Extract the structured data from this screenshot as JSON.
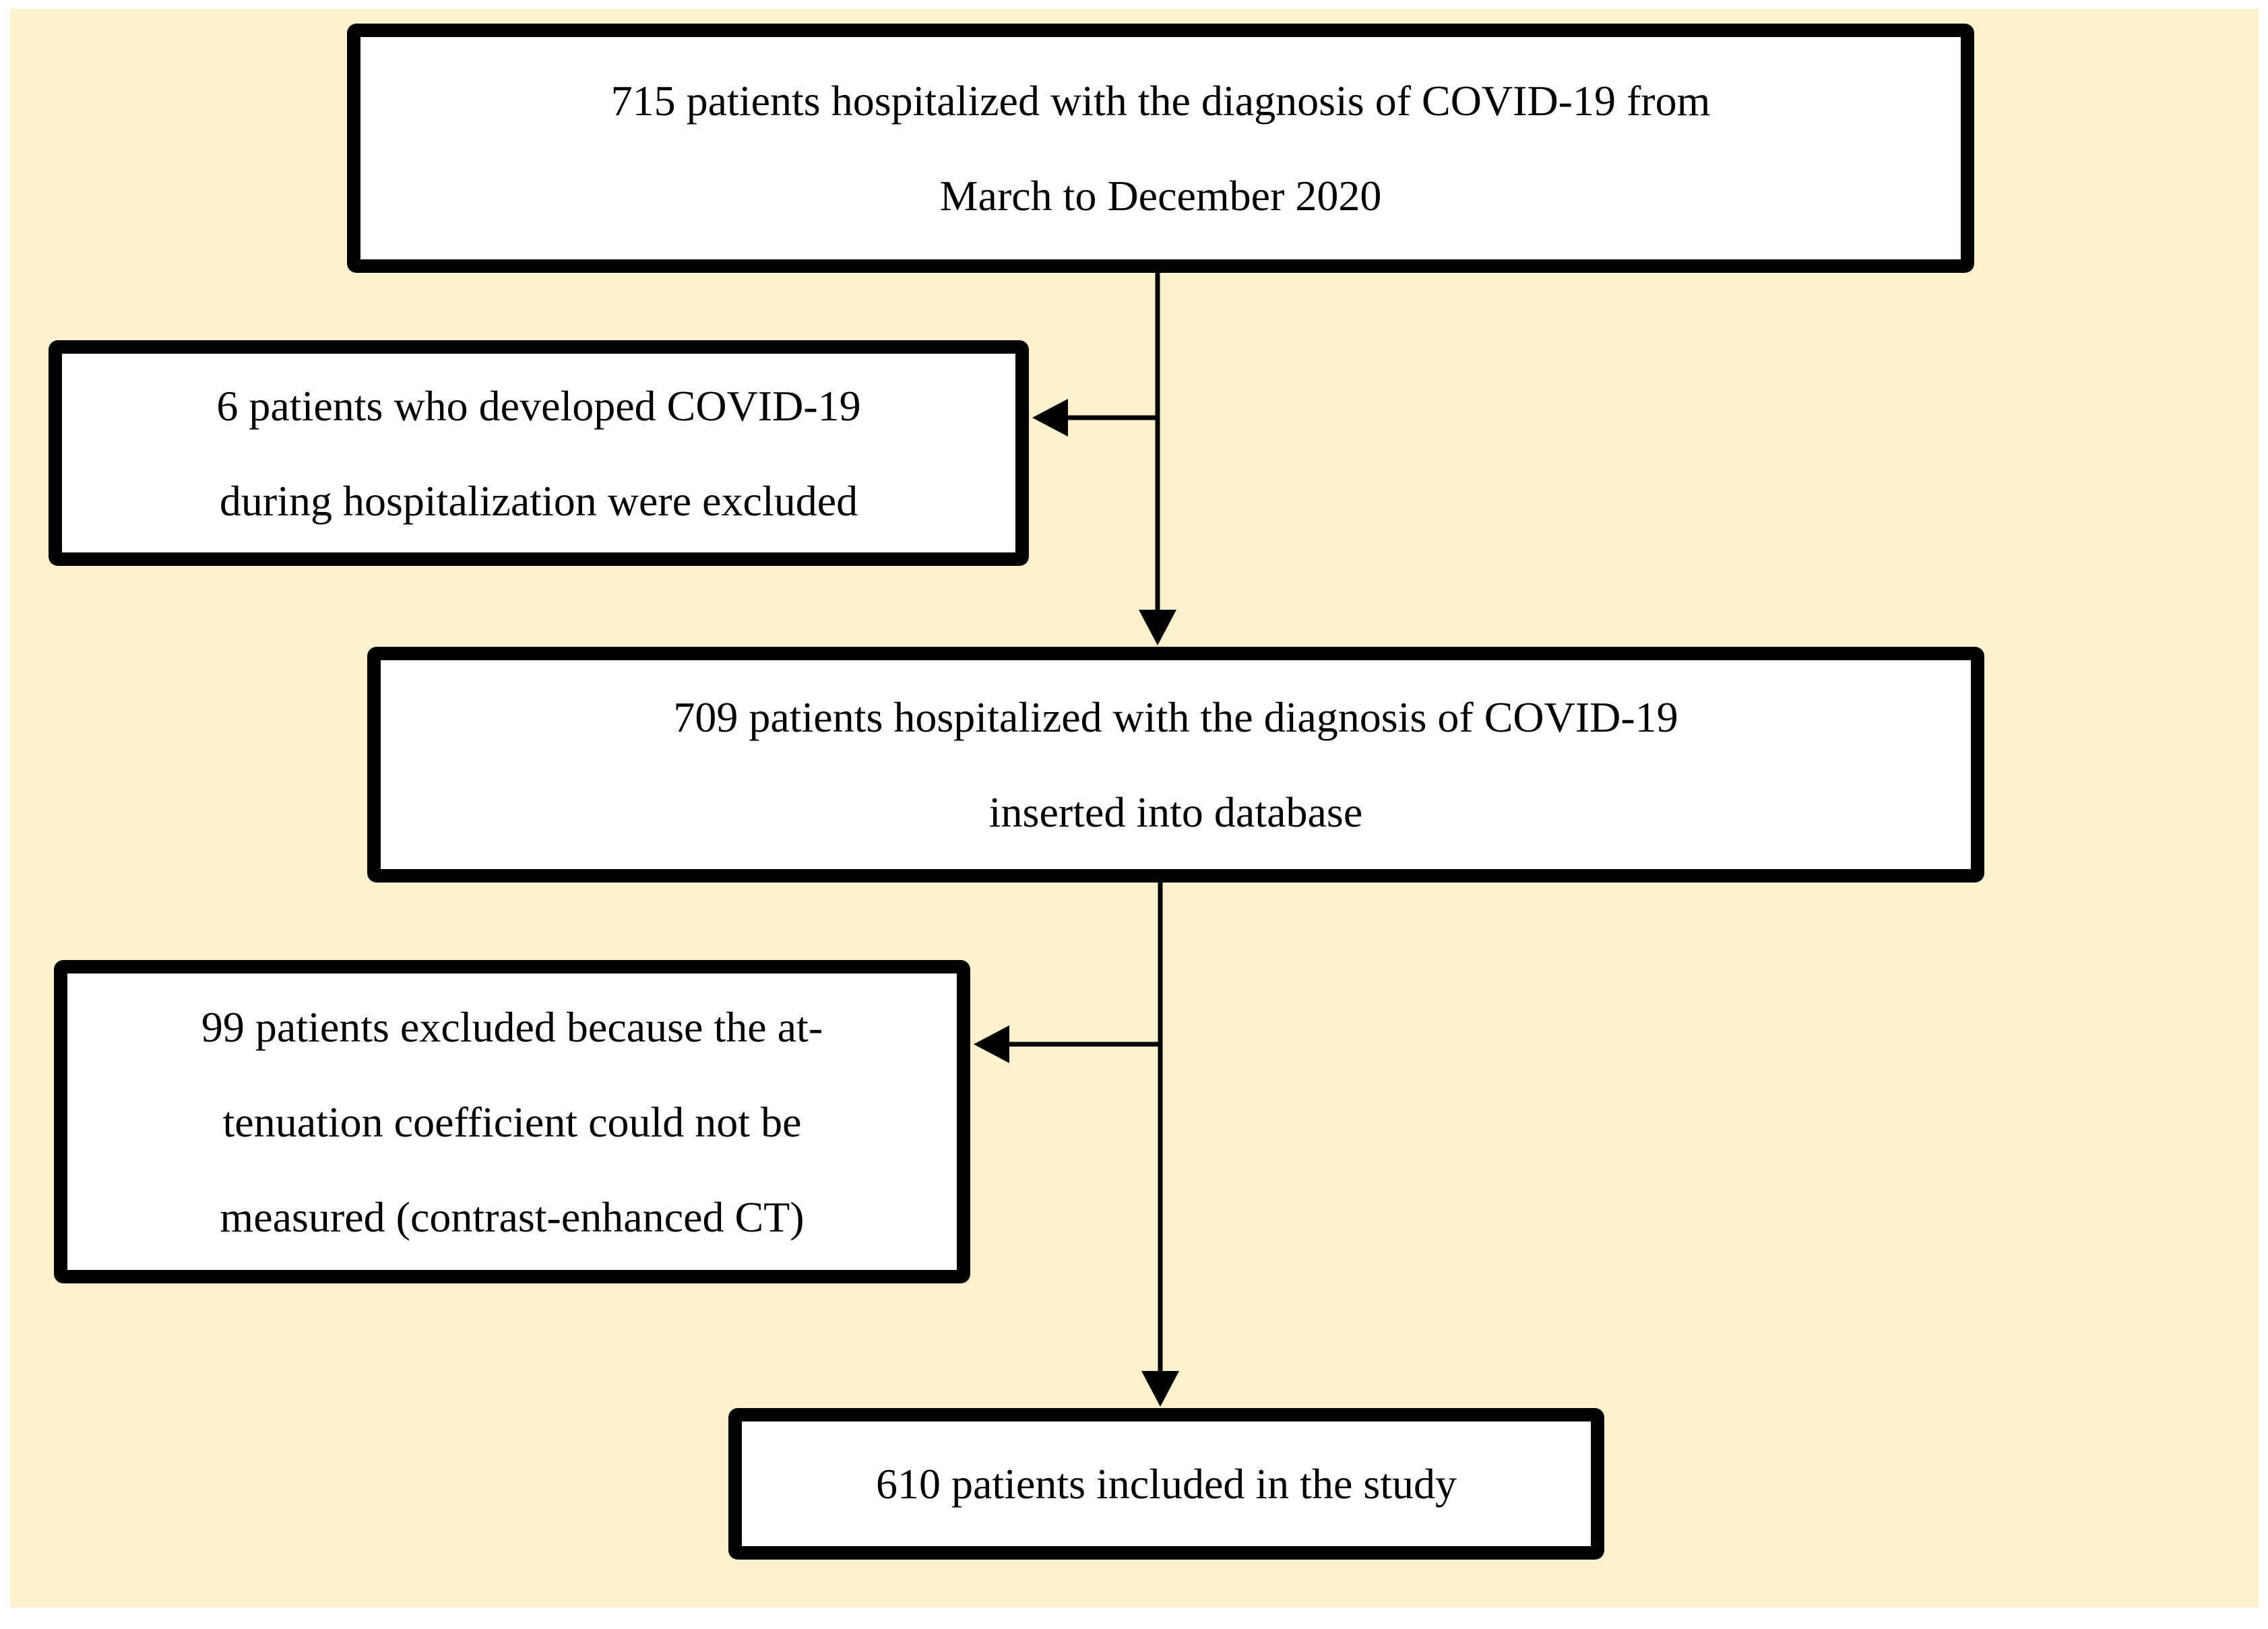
{
  "figure": {
    "type": "flowchart",
    "colors": {
      "page_background": "#FFFFFF",
      "panel_background": "#FDF2CD",
      "box_fill": "#FFFFFF",
      "box_border": "#000000",
      "text": "#000000",
      "connector": "#000000"
    },
    "boxes": [
      {
        "id": "box-715",
        "lines": [
          "715 patients hospitalized with the diagnosis of COVID-19 from",
          "March to December 2020"
        ]
      },
      {
        "id": "box-6",
        "lines": [
          "6 patients who developed COVID-19",
          "during hospitalization were excluded"
        ]
      },
      {
        "id": "box-709",
        "lines": [
          "709 patients hospitalized with the diagnosis of COVID-19",
          "inserted into database"
        ]
      },
      {
        "id": "box-99",
        "lines": [
          "99 patients excluded because the at-",
          "tenuation coefficient could not be",
          "measured (contrast-enhanced CT)"
        ]
      },
      {
        "id": "box-610",
        "lines": [
          "610 patients included in the study"
        ]
      }
    ],
    "connectors": [
      {
        "from": "box-715",
        "to": "box-709",
        "direction": "down"
      },
      {
        "from": "flow-line-1",
        "to": "box-6",
        "direction": "left"
      },
      {
        "from": "box-709",
        "to": "box-610",
        "direction": "down"
      },
      {
        "from": "flow-line-2",
        "to": "box-99",
        "direction": "left"
      }
    ]
  }
}
